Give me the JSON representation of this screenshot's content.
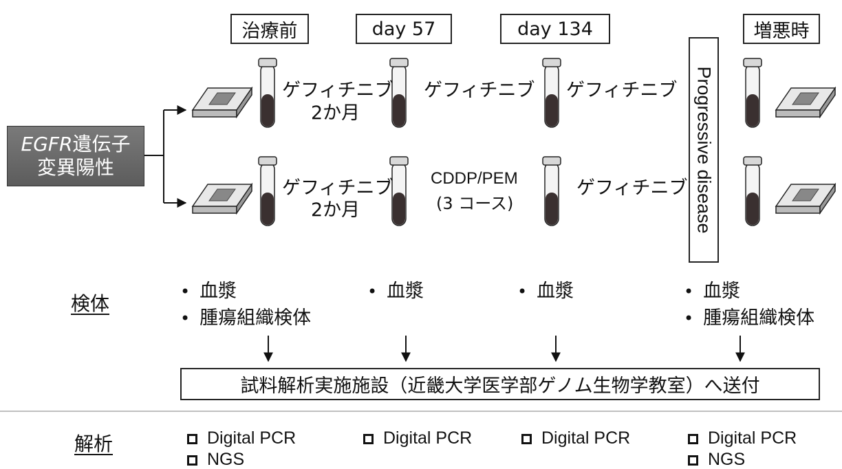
{
  "timepoints": {
    "pre": "治療前",
    "day57": "day 57",
    "day134": "day 134",
    "progression": "増悪時"
  },
  "patient_group": {
    "prefix": "EGFR",
    "suffix": "遺伝子",
    "line2": "変異陽性"
  },
  "arm_top": {
    "step1_line1": "ゲフィチニブ",
    "step1_line2": "2か月",
    "step2": "ゲフィチニブ",
    "step3": "ゲフィチニブ"
  },
  "arm_bottom": {
    "step1_line1": "ゲフィチニブ",
    "step1_line2": "2か月",
    "step2_line1": "CDDP/PEM",
    "step2_line2": "(3 コース)",
    "step3": "ゲフィチニブ"
  },
  "progressive_disease": "Progressive disease",
  "specimen": {
    "label": "検体",
    "bullet": "•",
    "pre": [
      "血漿",
      "腫瘍組織検体"
    ],
    "day57": [
      "血漿"
    ],
    "day134": [
      "血漿"
    ],
    "progression": [
      "血漿",
      "腫瘍組織検体"
    ]
  },
  "destination": "試料解析実施施設（近畿大学医学部ゲノム生物学教室）へ送付",
  "analysis": {
    "label": "解析",
    "pre": [
      "Digital PCR",
      "NGS"
    ],
    "day57": [
      "Digital PCR"
    ],
    "day134": [
      "Digital PCR"
    ],
    "progression": [
      "Digital PCR",
      "NGS"
    ]
  },
  "colors": {
    "line": "#111111",
    "egfr_box": "#666666",
    "tube_cap": "#d8d8d8",
    "tube_blood": "#3a3030",
    "chip_base": "#e8e8e8"
  }
}
